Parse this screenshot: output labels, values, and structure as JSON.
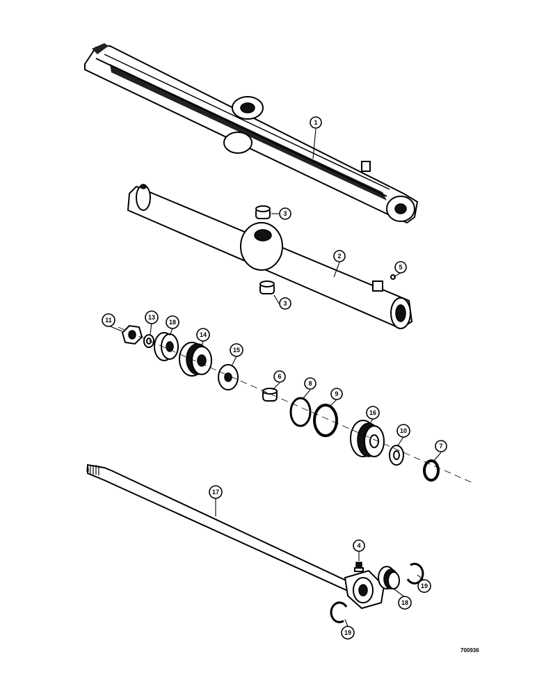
{
  "callouts": {
    "c1": "1",
    "c2": "2",
    "c3a": "3",
    "c3b": "3",
    "c4": "4",
    "c5": "5",
    "c6": "6",
    "c7": "7",
    "c8": "8",
    "c9": "9",
    "c10": "10",
    "c11": "11",
    "c13": "13",
    "c14": "14",
    "c15": "15",
    "c16": "16",
    "c17": "17",
    "c18a": "18",
    "c18b": "18",
    "c19a": "19",
    "c19b": "19"
  },
  "reference_number": "700936"
}
